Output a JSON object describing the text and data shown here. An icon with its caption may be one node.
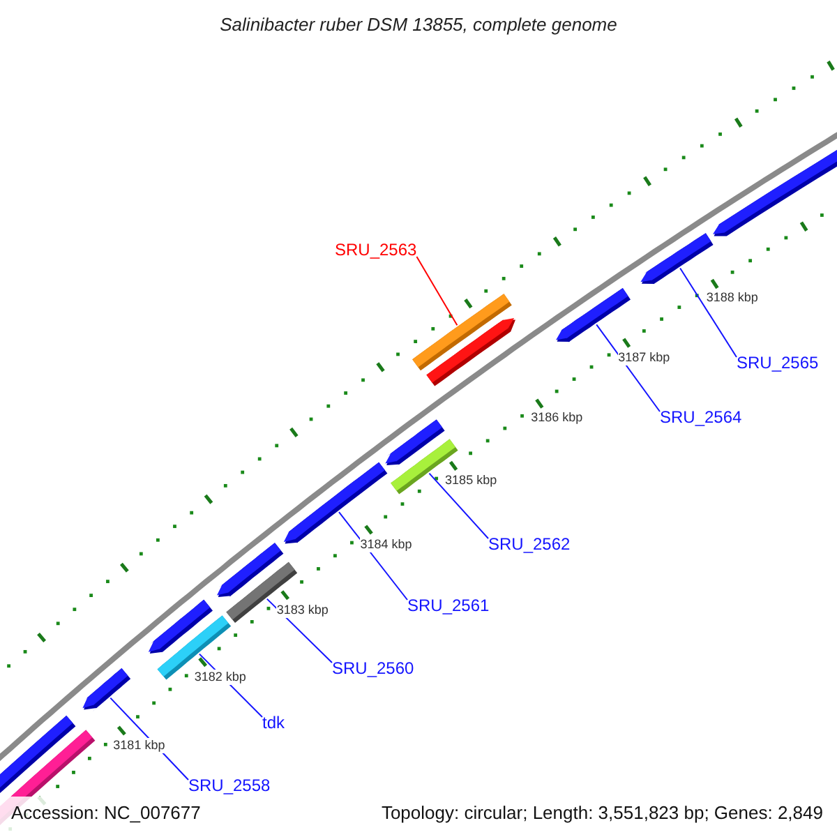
{
  "diagram": {
    "title": "Salinibacter ruber DSM 13855, complete genome",
    "nodes": [
      {
        "text": [
          "SRU_2563"
        ]
      },
      {
        "text": [
          "SRU_2565"
        ]
      },
      {
        "text": [
          "SRU_2564"
        ]
      },
      {
        "text": [
          "SRU_2562"
        ]
      },
      {
        "text": [
          "SRU_2561"
        ]
      },
      {
        "text": [
          "SRU_2560"
        ]
      },
      {
        "text": [
          "tdk"
        ]
      },
      {
        "text": [
          "SRU_2558"
        ]
      },
      {
        "text": [],
        "shape": "bar"
      },
      {
        "text": [],
        "shape": "bar"
      },
      {
        "text": [],
        "shape": "bar"
      },
      {
        "text": [],
        "shape": "bar"
      },
      {
        "text": [],
        "shape": "bar"
      },
      {
        "text": [],
        "shape": "bar"
      },
      {
        "text": [],
        "shape": "bar"
      },
      {
        "text": [],
        "shape": "bar"
      }
    ],
    "edges": [
      {
        "from": 0,
        "to": 13,
        "arrow": "none",
        "color": "#ff0000"
      },
      {
        "from": 1,
        "to": 15,
        "arrow": "none"
      },
      {
        "from": 2,
        "to": 14,
        "arrow": "none"
      },
      {
        "from": 3,
        "to": 12,
        "arrow": "none"
      },
      {
        "from": 4,
        "to": 11,
        "arrow": "none"
      },
      {
        "from": 5,
        "to": 10,
        "arrow": "none"
      },
      {
        "from": 6,
        "to": 9,
        "arrow": "none"
      },
      {
        "from": 7,
        "to": 8,
        "arrow": "none"
      }
    ],
    "labels": [
      "3188 kbp",
      "3187 kbp",
      "3186 kbp",
      "3185 kbp",
      "3184 kbp",
      "3183 kbp",
      "3182 kbp",
      "3181 kbp",
      "Accession: NC_007677",
      "Topology: circular; Length: 3,551,823 bp; Genes: 2,849"
    ]
  }
}
